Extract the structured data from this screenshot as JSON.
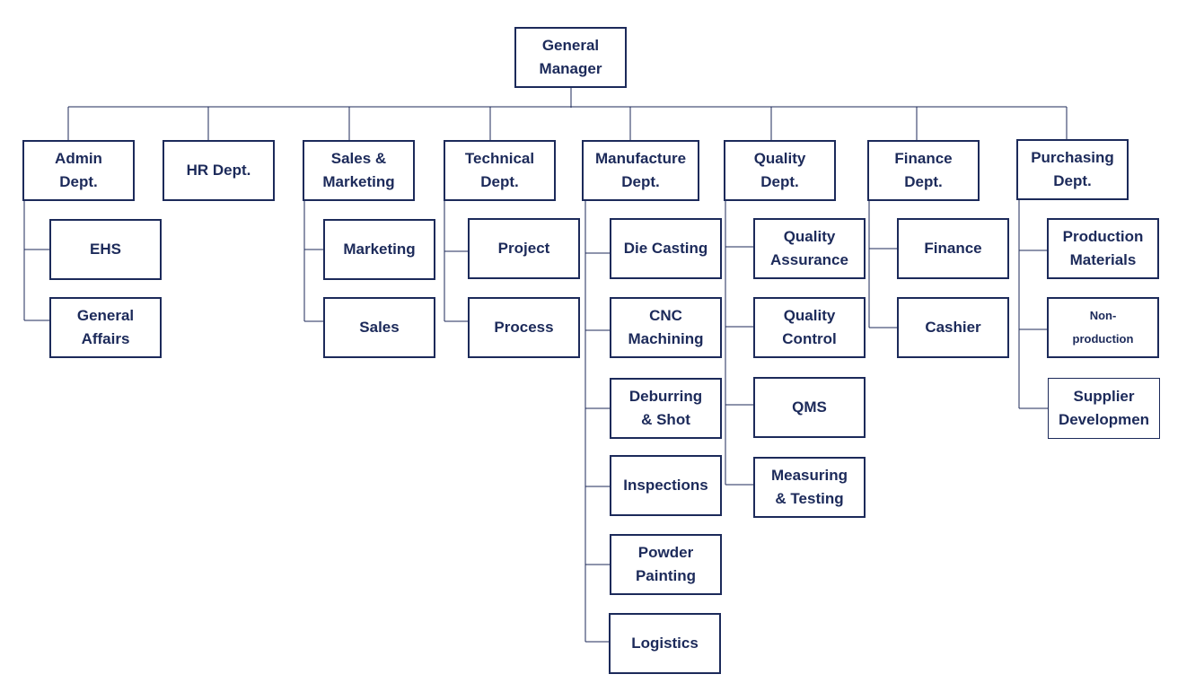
{
  "chart": {
    "root": "General\nManager",
    "departments": [
      {
        "key": "admin",
        "label": "Admin\nDept.",
        "units": [
          "EHS",
          "General\nAffairs"
        ]
      },
      {
        "key": "hr",
        "label": "HR Dept.",
        "units": []
      },
      {
        "key": "sales",
        "label": "Sales &\nMarketing",
        "units": [
          "Marketing",
          "Sales"
        ]
      },
      {
        "key": "technical",
        "label": "Technical\nDept.",
        "units": [
          "Project",
          "Process"
        ]
      },
      {
        "key": "manufacture",
        "label": "Manufacture\nDept.",
        "units": [
          "Die Casting",
          "CNC\nMachining",
          "Deburring\n& Shot",
          "Inspections",
          "Powder\nPainting",
          "Logistics"
        ]
      },
      {
        "key": "quality",
        "label": "Quality\nDept.",
        "units": [
          "Quality\nAssurance",
          "Quality\nControl",
          "QMS",
          "Measuring\n& Testing"
        ]
      },
      {
        "key": "finance",
        "label": "Finance\nDept.",
        "units": [
          "Finance",
          "Cashier"
        ]
      },
      {
        "key": "purchasing",
        "label": "Purchasing\nDept.",
        "units": [
          "Production\nMaterials",
          "Non-\nproduction",
          "Supplier\nDevelopmen"
        ]
      }
    ]
  },
  "colors": {
    "line": "#1c2a5a",
    "text": "#1c2a5a",
    "background": "#ffffff"
  }
}
